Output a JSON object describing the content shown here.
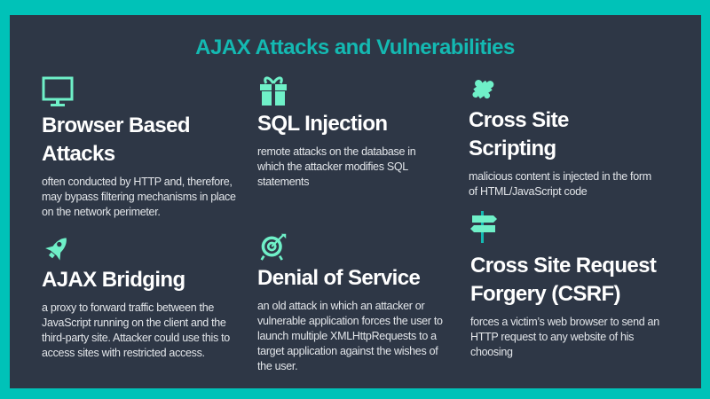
{
  "title": "AJAX  Attacks and Vulnerabilities",
  "colors": {
    "border": "#00c2b8",
    "panel": "#2e3746",
    "title": "#14b9b2",
    "icon": "#6ff0c8"
  },
  "items": [
    {
      "icon": "monitor-icon",
      "heading": "Browser Based Attacks",
      "body": "often conducted by HTTP and, therefore, may bypass filtering mechanisms in place on the network perimeter."
    },
    {
      "icon": "gift-icon",
      "heading": "SQL Injection",
      "body": "remote attacks on the database in which the attacker modifies SQL statements"
    },
    {
      "icon": "puzzle-icon",
      "heading": "Cross Site Scripting",
      "body": "malicious content is injected in the form of HTML/JavaScript code"
    },
    {
      "icon": "rocket-icon",
      "heading": "AJAX Bridging",
      "body": "a proxy to forward traffic between the JavaScript running on the client and the third-party site. Attacker could use this to access sites with restricted access."
    },
    {
      "icon": "target-icon",
      "heading": "Denial of Service",
      "body": "an old attack in which an attacker or vulnerable application forces the user to launch multiple XMLHttpRequests to a target application against the wishes of the user."
    },
    {
      "icon": "signpost-icon",
      "heading": "Cross Site Request Forgery (CSRF)",
      "body": "forces a victim’s web browser to send an HTTP request to any website of his choosing"
    }
  ]
}
